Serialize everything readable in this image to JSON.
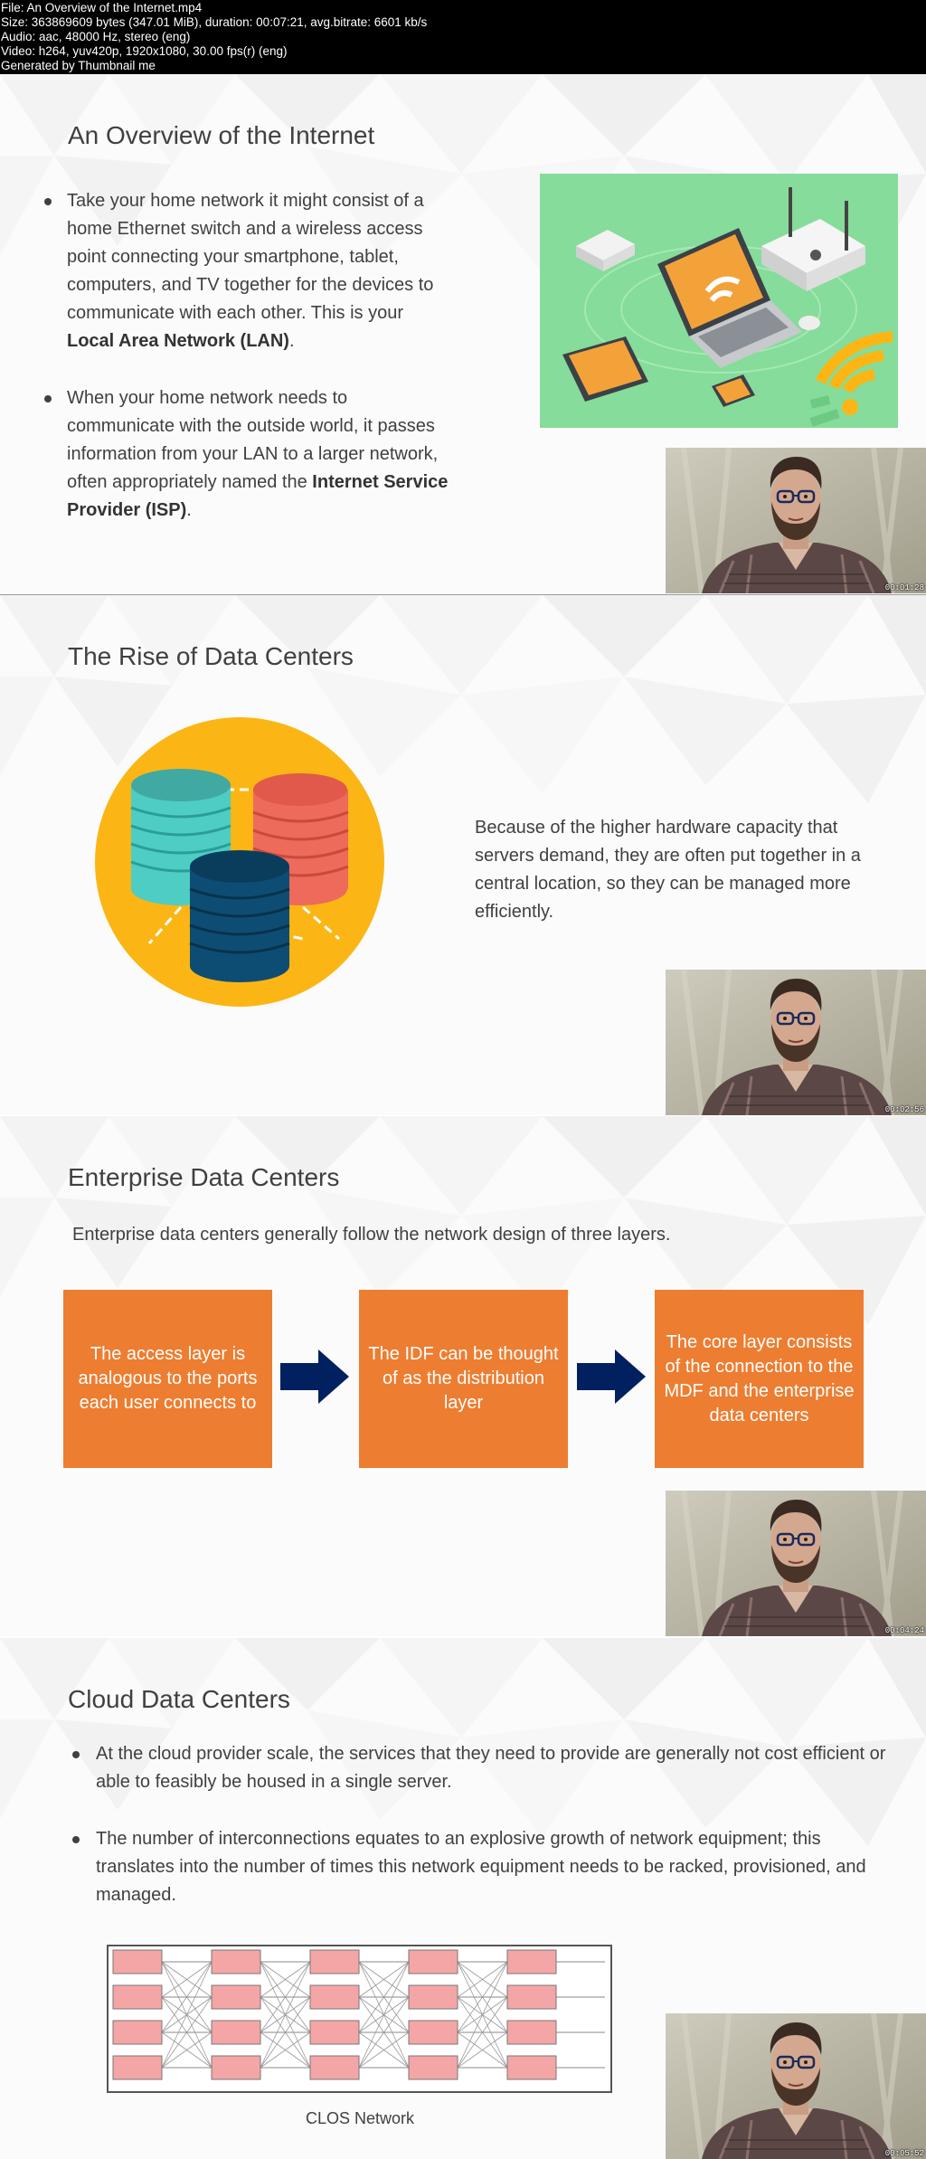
{
  "header": {
    "lines": [
      "File: An Overview of the Internet.mp4",
      "Size: 363869609 bytes (347.01 MiB), duration: 00:07:21, avg.bitrate: 6601 kb/s",
      "Audio: aac, 48000 Hz, stereo (eng)",
      "Video: h264, yuv420p, 1920x1080, 30.00 fps(r) (eng)",
      "Generated by Thumbnail me"
    ]
  },
  "slides": [
    {
      "title": "An Overview of the Internet",
      "bullet1_text": "Take your home network it might consist of a home Ethernet switch and a wireless access point connecting your smartphone, tablet, computers, and TV together for the devices to communicate with each other. This is your",
      "bullet1_bold": "Local Area Network (LAN)",
      "bullet1_end": ".",
      "bullet2_text": "When your home network needs to communicate with the outside world, it passes information from your LAN to a larger network, often appropriately named the",
      "bullet2_bold": "Internet Service Provider (ISP)",
      "bullet2_end": ".",
      "timestamp": "00:01:28"
    },
    {
      "title": "The Rise of Data Centers",
      "paragraph": "Because of the higher hardware capacity that servers demand, they are often put together in a central location, so they can be managed more efficiently.",
      "timestamp": "00:02:56"
    },
    {
      "title": "Enterprise Data Centers",
      "intro": "Enterprise data centers generally follow the network design of three layers.",
      "boxes": [
        "The access layer is analogous to the ports each user connects to",
        "The IDF can be thought of as the distribution layer",
        "The core layer consists of the connection to the MDF and the enterprise data centers"
      ],
      "timestamp": "00:04:24"
    },
    {
      "title": "Cloud Data Centers",
      "bullet1": "At the cloud provider scale, the services that they need to provide are generally not cost efficient or able to feasibly be housed in a single server.",
      "bullet2": "The number of interconnections equates to an explosive growth of network equipment; this translates into the number of times this network equipment needs to be racked, provisioned, and managed.",
      "caption": "CLOS Network",
      "timestamp": "00:05:52"
    }
  ],
  "colors": {
    "orange": "#ed7d31",
    "navy": "#002060",
    "green_bg": "#86dc9a",
    "yellow": "#fbb615",
    "clos_node": "#f4a6a6"
  }
}
